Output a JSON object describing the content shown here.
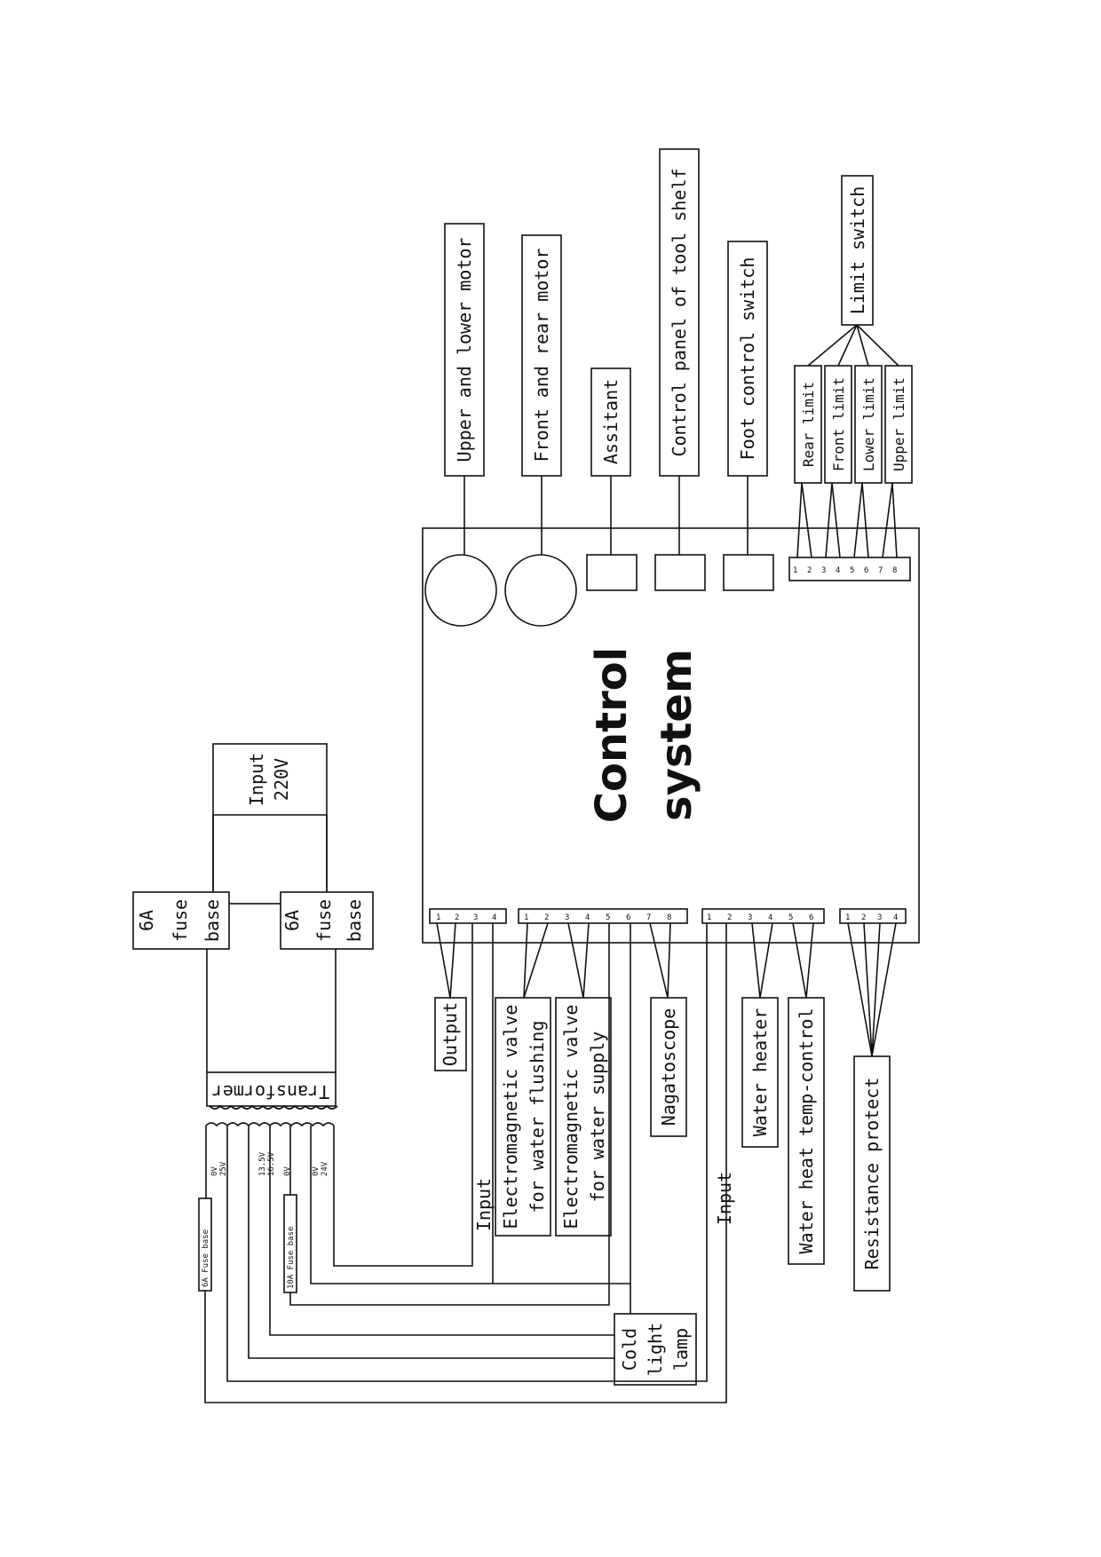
{
  "control_system": {
    "title_line1": "Control",
    "title_line2": "system"
  },
  "top_devices": {
    "upper_lower_motor": "Upper and lower motor",
    "front_rear_motor": "Front and rear motor",
    "assistant": "Assitant",
    "tool_shelf_panel": "Control panel of tool shelf",
    "foot_switch": "Foot control switch",
    "limit_switch": "Limit switch",
    "limits": [
      "Rear limit",
      "Front limit",
      "Lower limit",
      "Upper limit"
    ],
    "limit_pins": [
      "1",
      "2",
      "3",
      "4",
      "5",
      "6",
      "7",
      "8"
    ]
  },
  "power": {
    "input_line1": "Input",
    "input_line2": "220V",
    "fuse1": [
      "6A",
      "fuse",
      "base"
    ],
    "fuse2": [
      "6A",
      "fuse",
      "base"
    ],
    "transformer": "Transformer",
    "secondary_fuse1": "6A Fuse base",
    "secondary_fuse2": "10A Fuse base",
    "taps_a": [
      "0V",
      "25V"
    ],
    "taps_b": [
      "13.5V",
      "16.5V"
    ],
    "taps_c": [
      "0V"
    ],
    "taps_d": [
      "0V",
      "24V"
    ]
  },
  "bottom_devices": {
    "output": "Output",
    "valve_flushing": [
      "Electromagnetic valve",
      "for water flushing"
    ],
    "valve_supply": [
      "Electromagnetic valve",
      "for water supply"
    ],
    "nagatoscope": "Nagatoscope",
    "water_heater": "Water heater",
    "heat_temp_control": "Water heat temp-control",
    "resistance_protect": "Resistance protect",
    "input_a": "Input",
    "input_b": "Input",
    "cold_light_lamp": [
      "Cold",
      "light",
      "lamp"
    ]
  },
  "connectors": {
    "group1": [
      "1",
      "2",
      "3",
      "4"
    ],
    "group2": [
      "1",
      "2",
      "3",
      "4",
      "5",
      "6",
      "7",
      "8"
    ],
    "group3": [
      "1",
      "2",
      "3",
      "4",
      "5",
      "6"
    ],
    "group4": [
      "1",
      "2",
      "3",
      "4"
    ]
  }
}
